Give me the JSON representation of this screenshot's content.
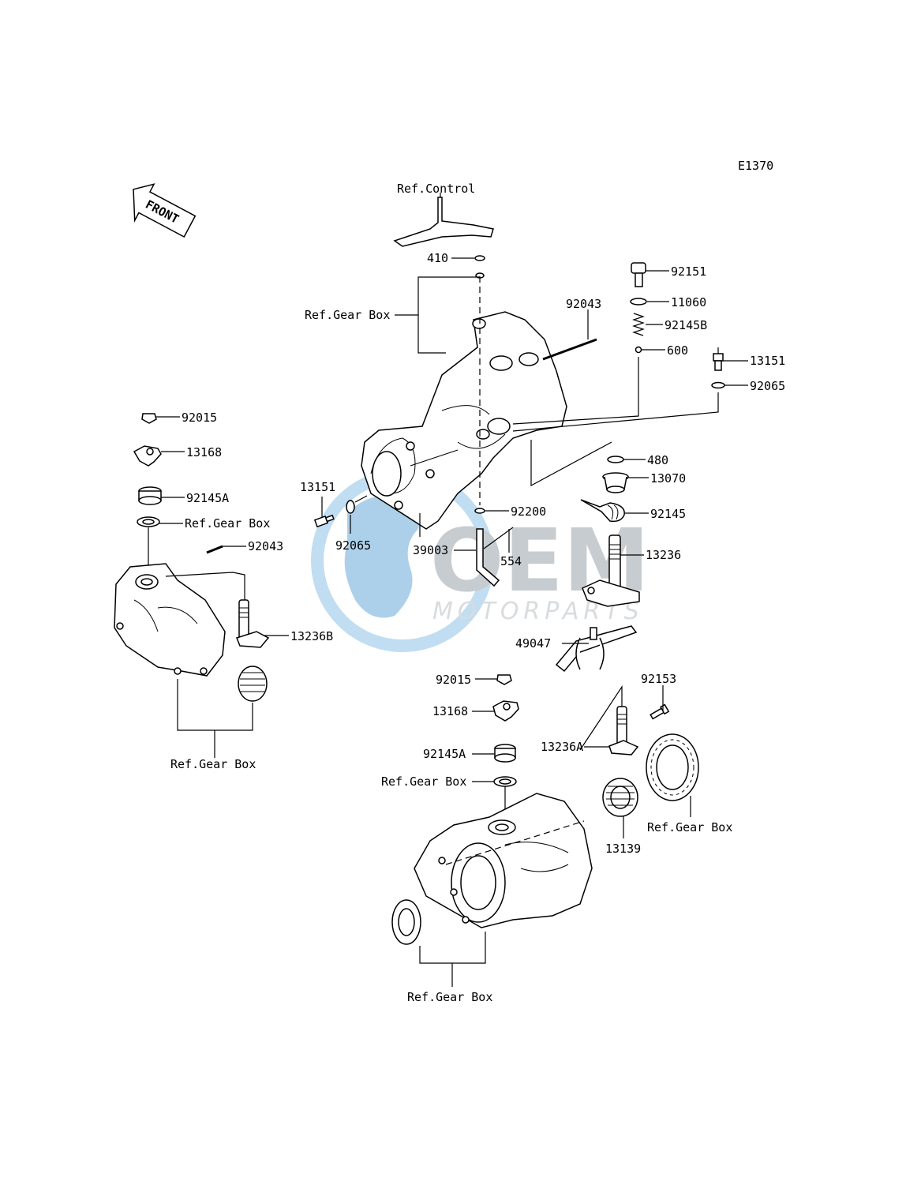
{
  "diagram_code": "E1370",
  "front_label": "FRONT",
  "watermark": {
    "line1": "OEM",
    "line2": "MOTORPARTS"
  },
  "callouts": {
    "ref_control": "Ref.Control",
    "p410": "410",
    "ref_gear_box_top": "Ref.Gear Box",
    "p92151": "92151",
    "p11060": "11060",
    "p92145b": "92145B",
    "p600": "600",
    "p92043_top": "92043",
    "p13151_right": "13151",
    "p92065_right": "92065",
    "p480": "480",
    "p13070": "13070",
    "p92145": "92145",
    "p13236": "13236",
    "p92200": "92200",
    "p554": "554",
    "p39003": "39003",
    "p13151_left": "13151",
    "p92065_left": "92065",
    "p92015_left": "92015",
    "p13168_left": "13168",
    "p92145a_left": "92145A",
    "ref_gear_box_left": "Ref.Gear Box",
    "p92043_left": "92043",
    "p13236b": "13236B",
    "ref_gear_box_left_bottom": "Ref.Gear Box",
    "p49047": "49047",
    "p92015_lower": "92015",
    "p13168_lower": "13168",
    "p92145a_lower": "92145A",
    "ref_gear_box_lower": "Ref.Gear Box",
    "p92153": "92153",
    "p13236a": "13236A",
    "p13139": "13139",
    "ref_gear_box_right": "Ref.Gear Box",
    "ref_gear_box_bottom": "Ref.Gear Box"
  }
}
